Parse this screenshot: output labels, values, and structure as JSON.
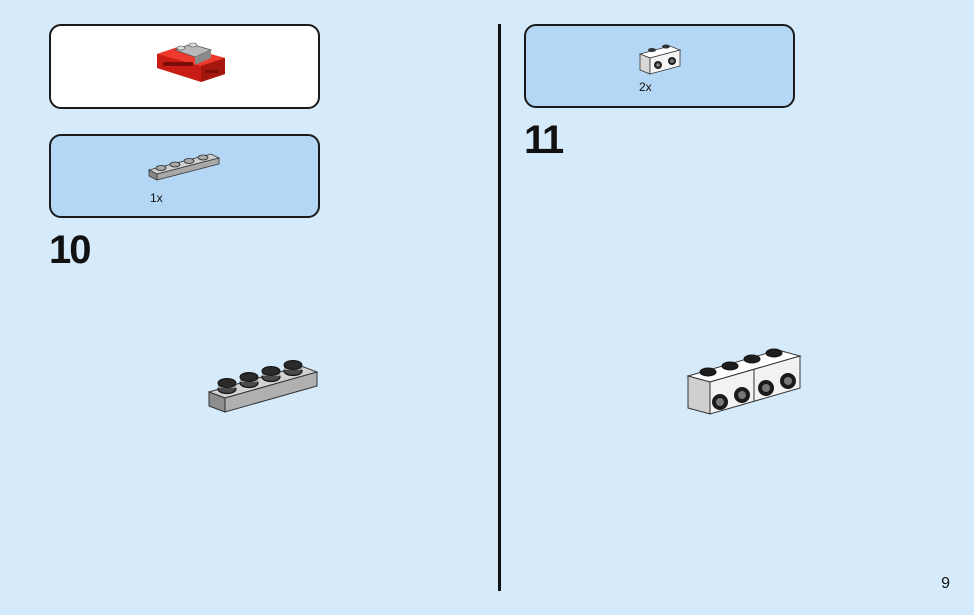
{
  "steps": [
    {
      "number": "10",
      "parts": [
        {
          "qty": "1x",
          "part_icon": "gray-1x4-plate"
        }
      ]
    },
    {
      "number": "11",
      "parts": [
        {
          "qty": "2x",
          "part_icon": "white-1x2-brick-with-studs-on-side"
        }
      ]
    }
  ],
  "overview_model_icon": "red-car-model",
  "page": {
    "number": "9"
  },
  "colors": {
    "background": "#d5ebfb",
    "parts_box": "#b3d7f4",
    "model_box": "#ffffff",
    "plate_gray": "#a8a8a8",
    "car_red": "#e02a1f"
  }
}
